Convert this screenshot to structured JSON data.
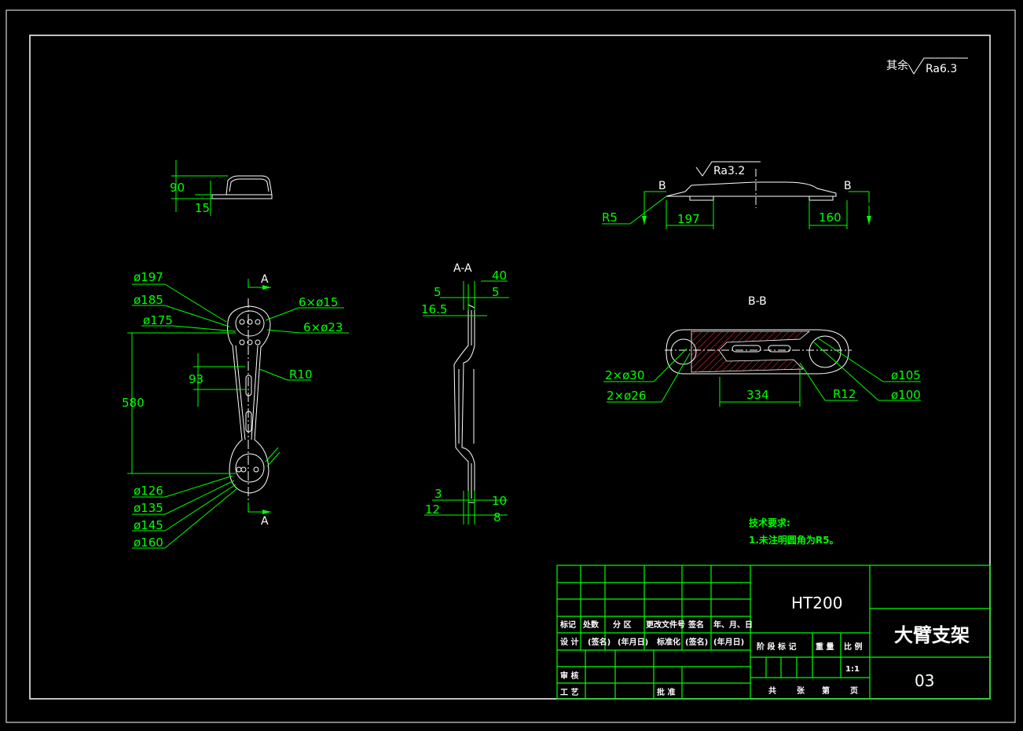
{
  "roughness": {
    "general_prefix": "其余",
    "general_value": "Ra6.3",
    "surface_value": "Ra3.2"
  },
  "top_view": {
    "dim_height": "90",
    "dim_thickness": "15"
  },
  "front_view": {
    "section_marker": "A",
    "dia_197": "ø197",
    "dia_185": "ø185",
    "dia_175": "ø175",
    "holes_15": "6×ø15",
    "holes_23": "6×ø23",
    "radius_10": "R10",
    "dim_93": "93",
    "dim_580": "580",
    "dia_126": "ø126",
    "dia_135": "ø135",
    "dia_145": "ø145",
    "dia_160": "ø160"
  },
  "section_aa": {
    "title": "A-A",
    "dim_40": "40",
    "dim_5_left": "5",
    "dim_5_right": "5",
    "dim_16_5": "16.5",
    "dim_3": "3",
    "dim_10": "10",
    "dim_12": "12",
    "dim_8": "8"
  },
  "side_view": {
    "section_marker": "B",
    "radius_5": "R5",
    "dim_197": "197",
    "dim_160": "160"
  },
  "section_bb": {
    "title": "B-B",
    "holes_30": "2×ø30",
    "holes_26": "2×ø26",
    "dim_334": "334",
    "radius_12": "R12",
    "dia_105": "ø105",
    "dia_100": "ø100"
  },
  "tech_requirements": {
    "heading": "技术要求:",
    "line1": "1.未注明圆角为R5。"
  },
  "title_block": {
    "material": "HT200",
    "part_name": "大臂支架",
    "drawing_number": "03",
    "scale": "1:1",
    "headers": [
      "标记",
      "处数",
      "分 区",
      "更改文件号",
      "签名",
      "年、月、日"
    ],
    "design_row": [
      "设 计",
      "(签名)",
      "(年月日)",
      "标准化",
      "(签名)",
      "(年月日)"
    ],
    "stage_headers": [
      "阶 段 标 记",
      "重 量",
      "比 例"
    ],
    "review": "审 核",
    "process": "工 艺",
    "approve": "批 准",
    "sheet_info": [
      "共",
      "张",
      "第",
      "页"
    ]
  },
  "colors": {
    "background": "#000000",
    "frame": "#ffffff",
    "annotation": "#00ff00"
  }
}
